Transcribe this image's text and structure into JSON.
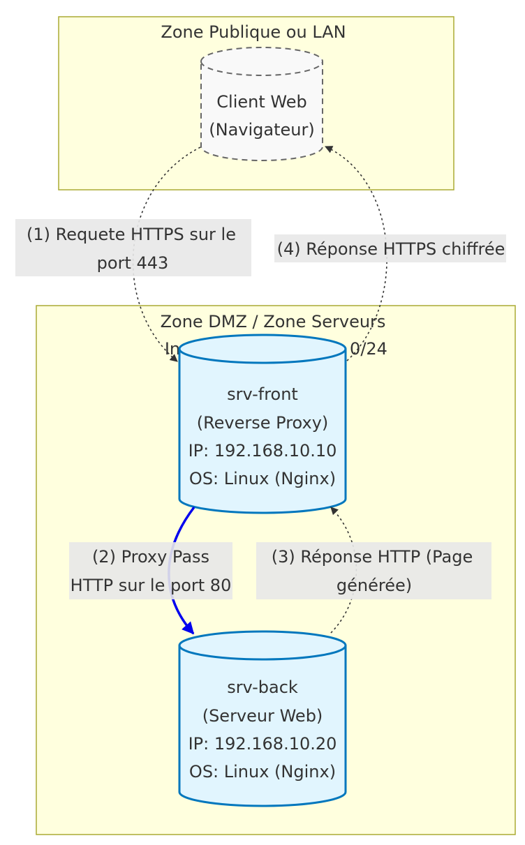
{
  "zones": {
    "public": {
      "title": "Zone Publique ou LAN"
    },
    "dmz": {
      "title": "Zone DMZ / Zone Serveurs",
      "subtitle_left": "In",
      "subtitle_right": "0/24"
    }
  },
  "nodes": {
    "client": {
      "lines": [
        "Client Web",
        "(Navigateur)"
      ]
    },
    "front": {
      "lines": [
        "srv-front",
        "(Reverse Proxy)",
        "IP: 192.168.10.10",
        "OS: Linux (Nginx)"
      ]
    },
    "back": {
      "lines": [
        "srv-back",
        "(Serveur Web)",
        "IP: 192.168.10.20",
        "OS: Linux (Nginx)"
      ]
    }
  },
  "edges": {
    "e1": {
      "lines": [
        "(1) Requete HTTPS sur le",
        "port 443"
      ]
    },
    "e2": {
      "lines": [
        "(2) Proxy Pass",
        "HTTP sur le port 80"
      ]
    },
    "e3": {
      "lines": [
        "(3) Réponse HTTP (Page",
        "générée)"
      ]
    },
    "e4": {
      "lines": [
        "(4) Réponse HTTPS chiffrée"
      ]
    }
  },
  "colors": {
    "zone_fill": "#ffffde",
    "zone_stroke": "#aaaa33",
    "server_fill": "#e1f5fe",
    "server_stroke": "#0277bd",
    "client_fill": "#f9f9f9",
    "proxy_pass_edge": "#0000ee"
  }
}
